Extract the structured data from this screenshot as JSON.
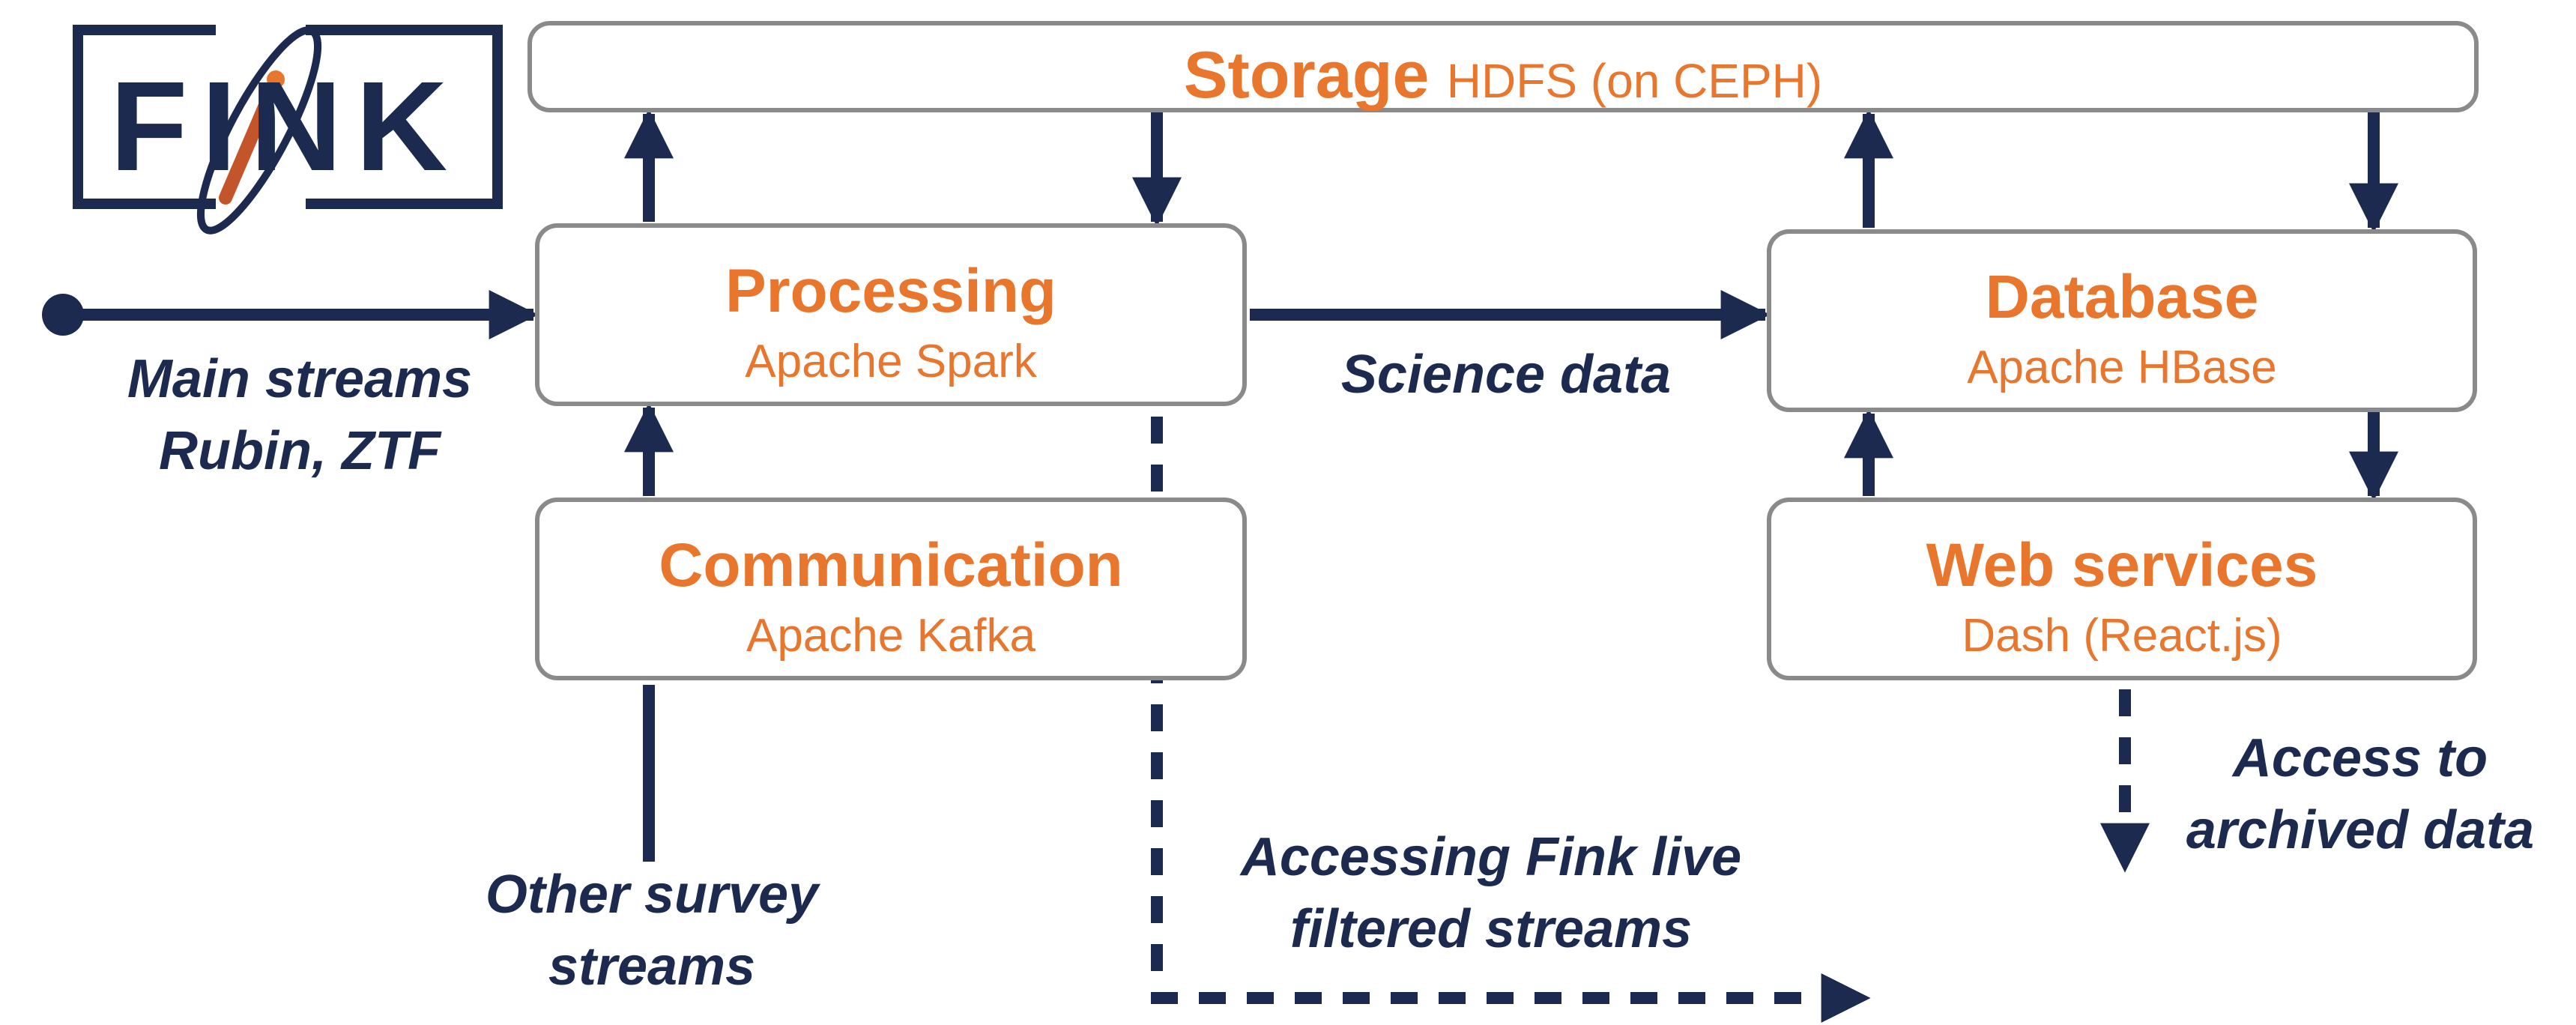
{
  "logo": {
    "text": "FINK"
  },
  "boxes": {
    "storage": {
      "title": "Storage",
      "subtitle": "HDFS (on CEPH)"
    },
    "processing": {
      "title": "Processing",
      "subtitle": "Apache Spark"
    },
    "database": {
      "title": "Database",
      "subtitle": "Apache HBase"
    },
    "communication": {
      "title": "Communication",
      "subtitle": "Apache Kafka"
    },
    "web_services": {
      "title": "Web services",
      "subtitle": "Dash (React.js)"
    }
  },
  "labels": {
    "main_streams": [
      "Main streams",
      "Rubin, ZTF"
    ],
    "science_data": "Science data",
    "other_survey": [
      "Other survey",
      "streams"
    ],
    "accessing_live": [
      "Accessing Fink live",
      "filtered streams"
    ],
    "access_archived": [
      "Access to",
      "archived data"
    ]
  },
  "colors": {
    "accent": "#e8762d",
    "navy": "#1b2a4e",
    "border": "#8a8a8a"
  }
}
